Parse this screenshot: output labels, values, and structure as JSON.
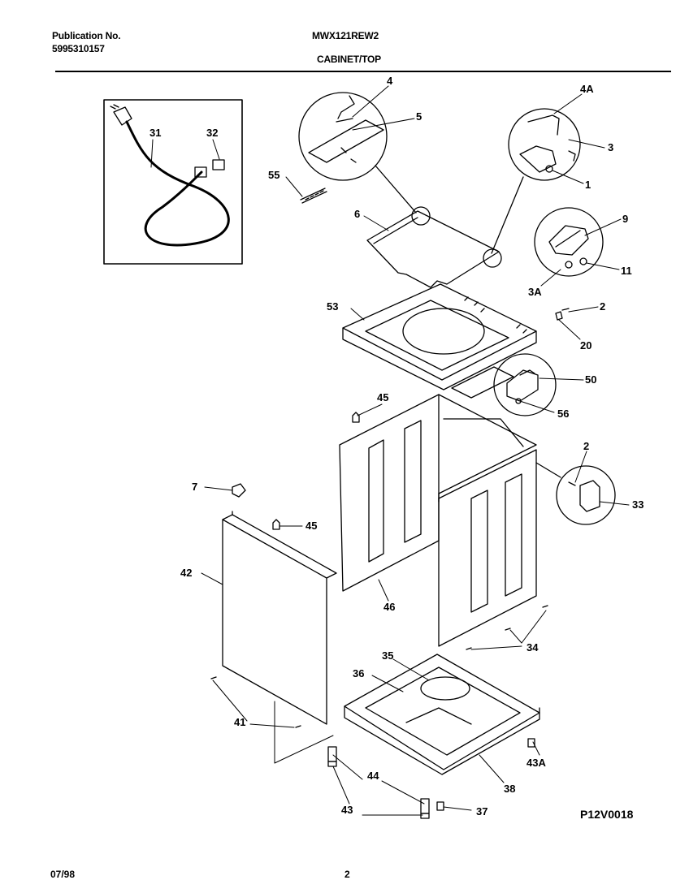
{
  "header": {
    "publication_label": "Publication No.",
    "publication_number": "5995310157",
    "model": "MWX121REW2",
    "section": "CABINET/TOP"
  },
  "footer": {
    "date": "07/98",
    "page": "2",
    "figure_code": "P12V0018"
  },
  "callouts": {
    "c31": "31",
    "c32": "32",
    "c4": "4",
    "c5": "5",
    "c4A": "4A",
    "c3": "3",
    "c1": "1",
    "c55": "55",
    "c6": "6",
    "c9": "9",
    "c11": "11",
    "c3A": "3A",
    "c53": "53",
    "c2a": "2",
    "c20": "20",
    "c50": "50",
    "c56": "56",
    "c45a": "45",
    "c2b": "2",
    "c33": "33",
    "c7": "7",
    "c45b": "45",
    "c42": "42",
    "c46": "46",
    "c34": "34",
    "c35": "35",
    "c36": "36",
    "c41": "41",
    "c43A": "43A",
    "c44": "44",
    "c43": "43",
    "c38": "38",
    "c37": "37"
  }
}
